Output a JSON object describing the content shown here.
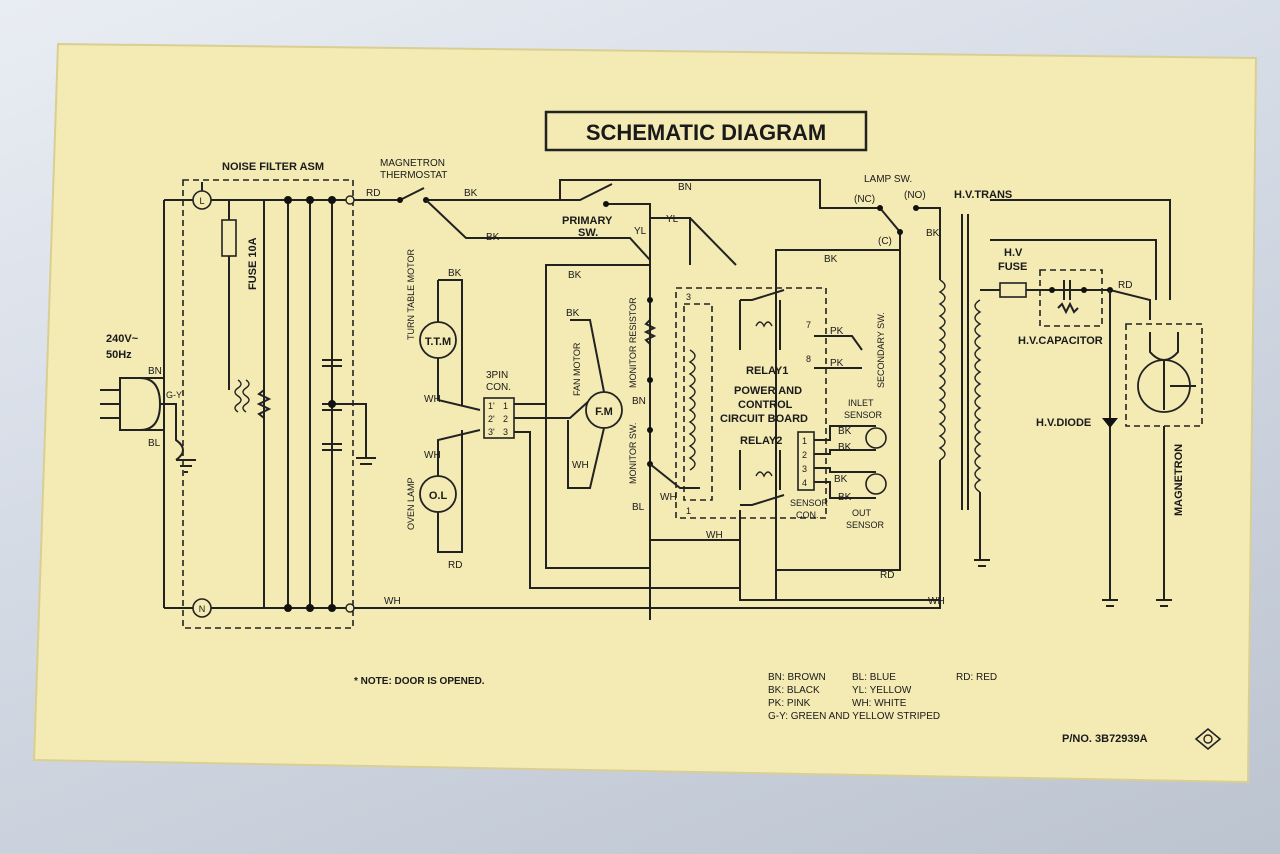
{
  "title": "SCHEMATIC DIAGRAM",
  "labels": {
    "noise_filter": "NOISE FILTER ASM",
    "fuse": "FUSE 10A",
    "supply_v": "240V~",
    "supply_hz": "50Hz",
    "magnetron_thermostat_1": "MAGNETRON",
    "magnetron_thermostat_2": "THERMOSTAT",
    "primary_sw_1": "PRIMARY",
    "primary_sw_2": "SW.",
    "lamp_sw": "LAMP SW.",
    "nc": "(NC)",
    "no": "(NO)",
    "c": "(C)",
    "hv_trans": "H.V.TRANS",
    "hv_fuse_1": "H.V",
    "hv_fuse_2": "FUSE",
    "hv_capacitor": "H.V.CAPACITOR",
    "hv_diode": "H.V.DIODE",
    "magnetron": "MAGNETRON",
    "turn_table_motor": "TURN TABLE MOTOR",
    "ttm": "T.T.M",
    "fan_motor": "FAN MOTOR",
    "fm": "F.M",
    "oven_lamp": "OVEN LAMP",
    "ol": "O.L",
    "pin_con_1": "3PIN",
    "pin_con_2": "CON.",
    "monitor_resistor": "MONITOR RESISTOR",
    "monitor_sw": "MONITOR SW.",
    "relay1": "RELAY1",
    "relay2": "RELAY2",
    "board_1": "POWER AND",
    "board_2": "CONTROL",
    "board_3": "CIRCUIT BOARD",
    "secondary_sw": "SECONDARY SW.",
    "inlet_sensor_1": "INLET",
    "inlet_sensor_2": "SENSOR",
    "out_sensor_1": "OUT",
    "out_sensor_2": "SENSOR",
    "sensor_con_1": "SENSOR",
    "sensor_con_2": "CON.",
    "note": "* NOTE: DOOR IS OPENED.",
    "part_no": "P/NO. 3B72939A"
  },
  "wires": {
    "bn": "BN",
    "bk": "BK",
    "bl": "BL",
    "rd": "RD",
    "yl": "YL",
    "wh": "WH",
    "pk": "PK",
    "gy": "G-Y"
  },
  "pins": {
    "p1": "1",
    "p2": "2",
    "p3": "3",
    "p7": "7",
    "p8": "8",
    "p4": "4",
    "c1": "1'",
    "c2": "2'",
    "c3": "3'",
    "L": "L",
    "N": "N"
  },
  "legend": [
    [
      "BN: BROWN",
      "BL: BLUE",
      "RD: RED"
    ],
    [
      "BK: BLACK",
      "YL: YELLOW",
      ""
    ],
    [
      "PK: PINK",
      "WH: WHITE",
      ""
    ],
    [
      "G-Y: GREEN AND YELLOW STRIPED",
      "",
      ""
    ]
  ],
  "colors": {
    "paper": "#f2e9b0",
    "ink": "#1a1a1a"
  }
}
